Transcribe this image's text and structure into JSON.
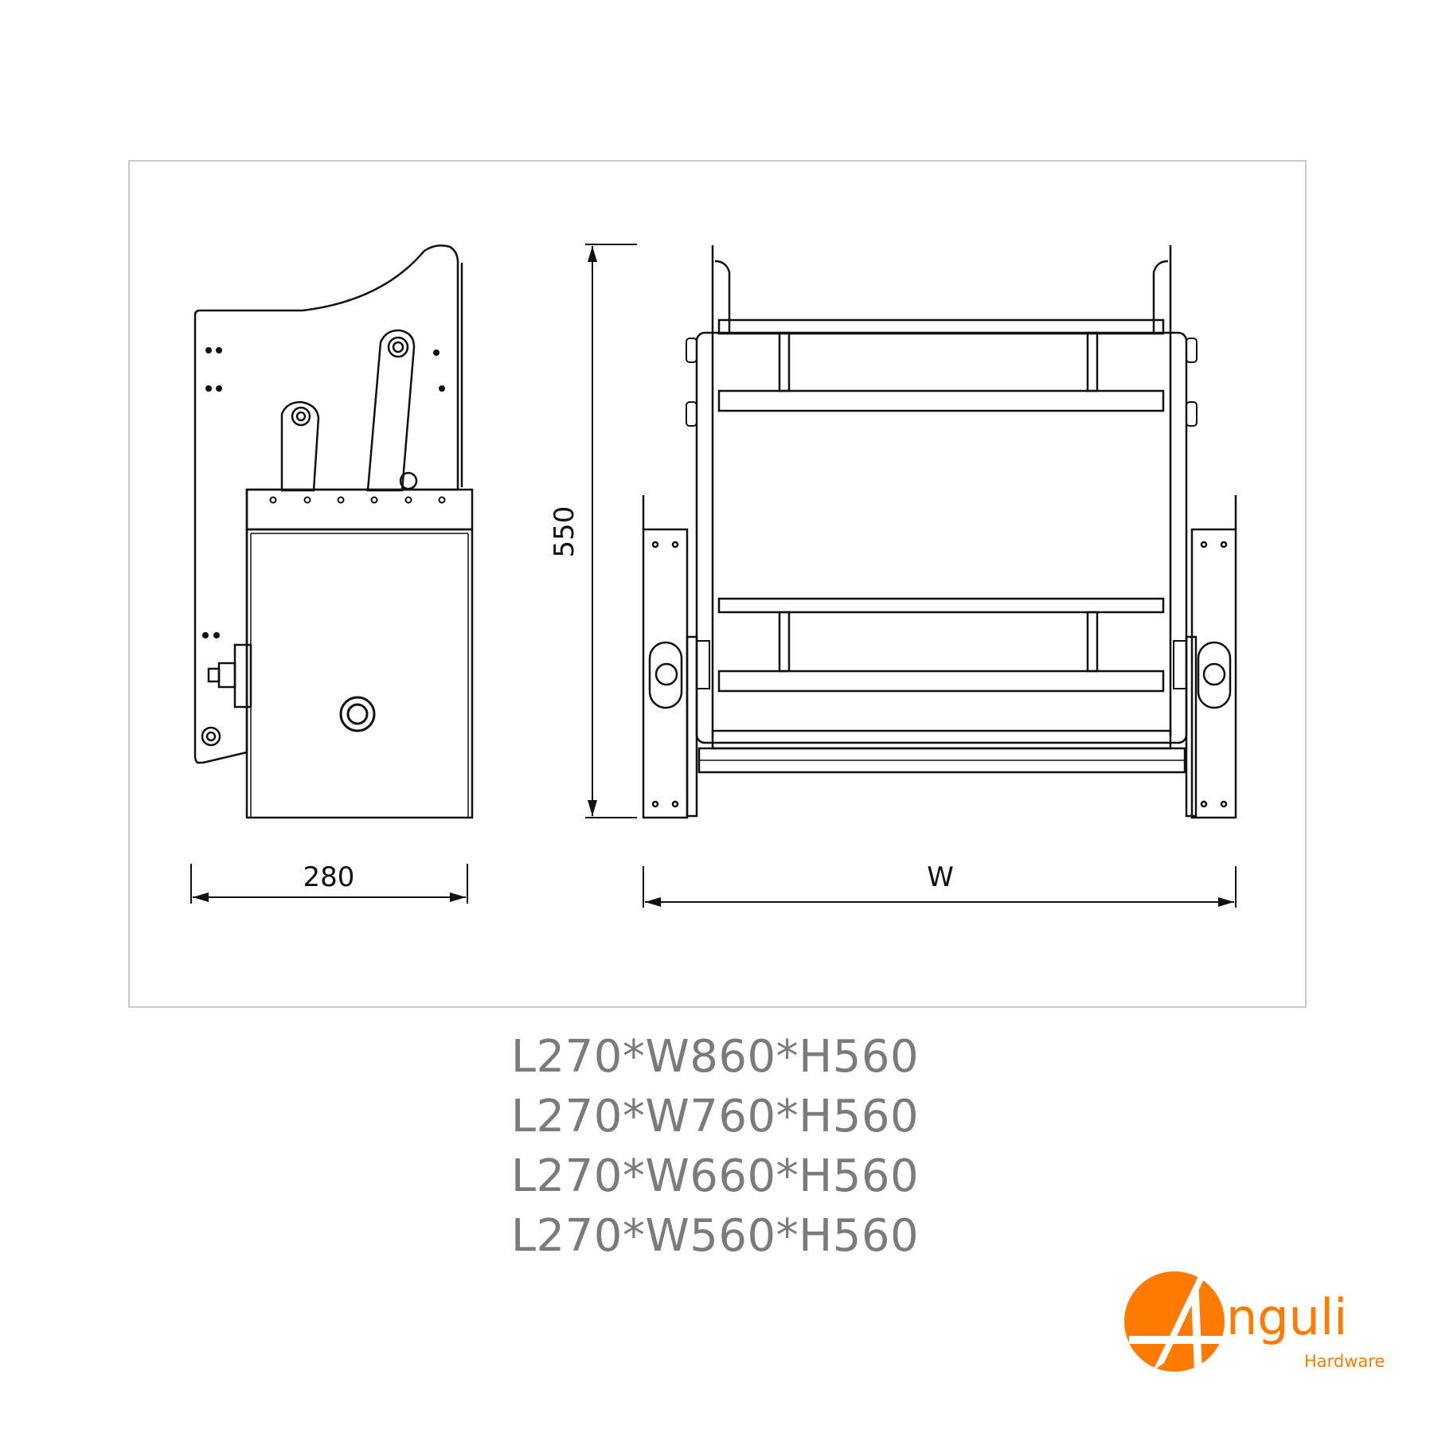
{
  "dimensions": {
    "depth": "280",
    "height": "550",
    "width": "W"
  },
  "sizes": [
    "L270*W860*H560",
    "L270*W760*H560",
    "L270*W660*H560",
    "L270*W560*H560"
  ],
  "logo": {
    "word": "nguli",
    "sub": "Hardware",
    "brand_color": "#ff7a00"
  },
  "colors": {
    "line": "#111111",
    "frame": "#b9b9b9",
    "size_text": "#7b7b7b"
  }
}
